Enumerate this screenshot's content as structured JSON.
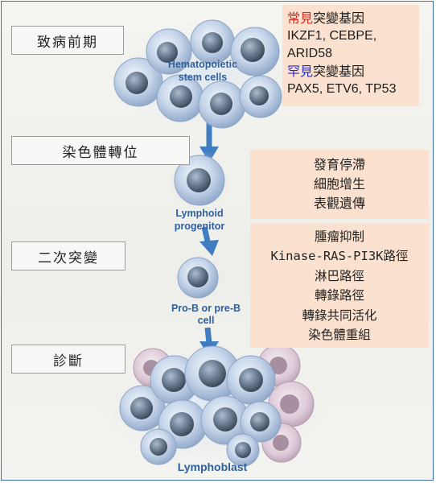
{
  "stages": [
    {
      "label": "致病前期"
    },
    {
      "label": "染色體轉位"
    },
    {
      "label": "二次突變"
    },
    {
      "label": "診斷"
    }
  ],
  "cell_labels": {
    "hsc_line1": "Hematopoietic",
    "hsc_line2": "stem cells",
    "lymphoid_line1": "Lymphoid",
    "lymphoid_line2": "progenitor",
    "prob_line1": "Pro-B or pre-B",
    "prob_line2": "cell",
    "lymphoblast": "Lymphoblast"
  },
  "mutations_box": {
    "common_prefix": "常見",
    "common_suffix": "突變基因",
    "common_genes_1": "IKZF1, CEBPE,",
    "common_genes_2": "ARID58",
    "rare_prefix": "罕見",
    "rare_suffix": "突變基因",
    "rare_genes": "PAX5, ETV6, TP53"
  },
  "functions_box": {
    "items": [
      "發育停滯",
      "細胞增生",
      "表觀遺傳"
    ]
  },
  "pathways_box": {
    "items": [
      "腫瘤抑制",
      "Kinase-RAS-PI3K路徑",
      "淋巴路徑",
      "轉錄路徑",
      "轉錄共同活化",
      "染色體重組"
    ]
  },
  "colors": {
    "note_fill": "#fbe1cf",
    "arrow": "#3f7dc0",
    "cell_label": "#2f5f9c",
    "common_highlight": "#d42b1e",
    "rare_highlight": "#2a2fbf"
  }
}
